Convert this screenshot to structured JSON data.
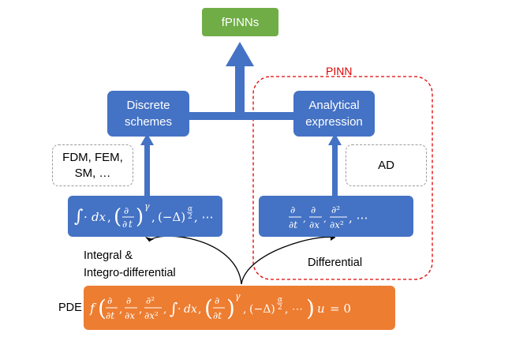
{
  "nodes": {
    "fpinns": "fPINNs",
    "discrete_schemes": [
      "Discrete",
      "schemes"
    ],
    "analytical_expression": [
      "Analytical",
      "expression"
    ],
    "methods": [
      "FDM, FEM,",
      "SM, …"
    ],
    "ad": "AD",
    "pinn_group": "PINN",
    "pde_label": "PDE"
  },
  "edges": {
    "integral_label": [
      "Integral &",
      "Integro-differential"
    ],
    "differential_label": "Differential"
  },
  "formulas": {
    "integral_ops": "∫· dx , (∂/∂t)^γ , (−Δ)^{α/2}, ⋯",
    "differential_ops": "∂/∂t, ∂/∂x, ∂²/∂x², ⋯",
    "pde": "f(∂/∂t, ∂/∂x, ∂²/∂x², ∫· dx, (∂/∂t)^γ, (−Δ)^{α/2}, ⋯) u = 0"
  },
  "colors": {
    "green": "#70ad47",
    "blue": "#4472c4",
    "orange": "#ed7d31",
    "red_dashed": "#e00000",
    "gray_dotted": "#9a9a9a"
  }
}
